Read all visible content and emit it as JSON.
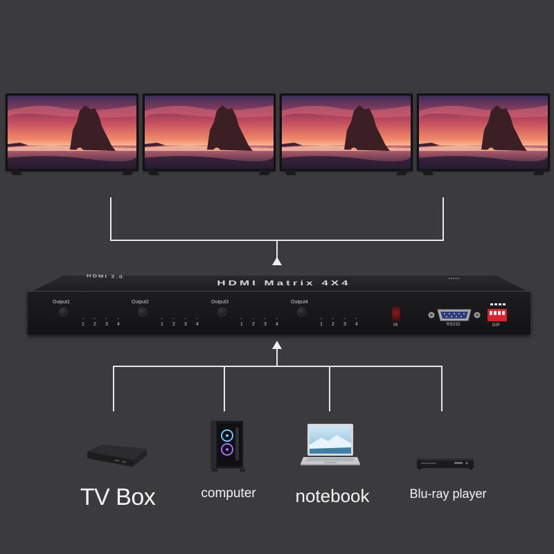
{
  "device": {
    "hdmi_version": "HDMI 2.0",
    "title": "HDMI Matrix 4X4",
    "outputs": [
      {
        "label": "Output1",
        "inputs": [
          "1",
          "2",
          "3",
          "4"
        ]
      },
      {
        "label": "Output2",
        "inputs": [
          "1",
          "2",
          "3",
          "4"
        ]
      },
      {
        "label": "Output3",
        "inputs": [
          "1",
          "2",
          "3",
          "4"
        ]
      },
      {
        "label": "Output4",
        "inputs": [
          "1",
          "2",
          "3",
          "4"
        ]
      }
    ],
    "ir_label": "IR",
    "rs232_label": "RS232",
    "dip_label": "DIP"
  },
  "sources": [
    {
      "label": "TV Box"
    },
    {
      "label": "computer"
    },
    {
      "label": "notebook"
    },
    {
      "label": "Blu-ray player"
    }
  ],
  "colors": {
    "background": "#3b3b3d",
    "connector": "#e9e9e9",
    "dip_switch": "#d9222c",
    "ir_window": "#8a1d1d"
  }
}
